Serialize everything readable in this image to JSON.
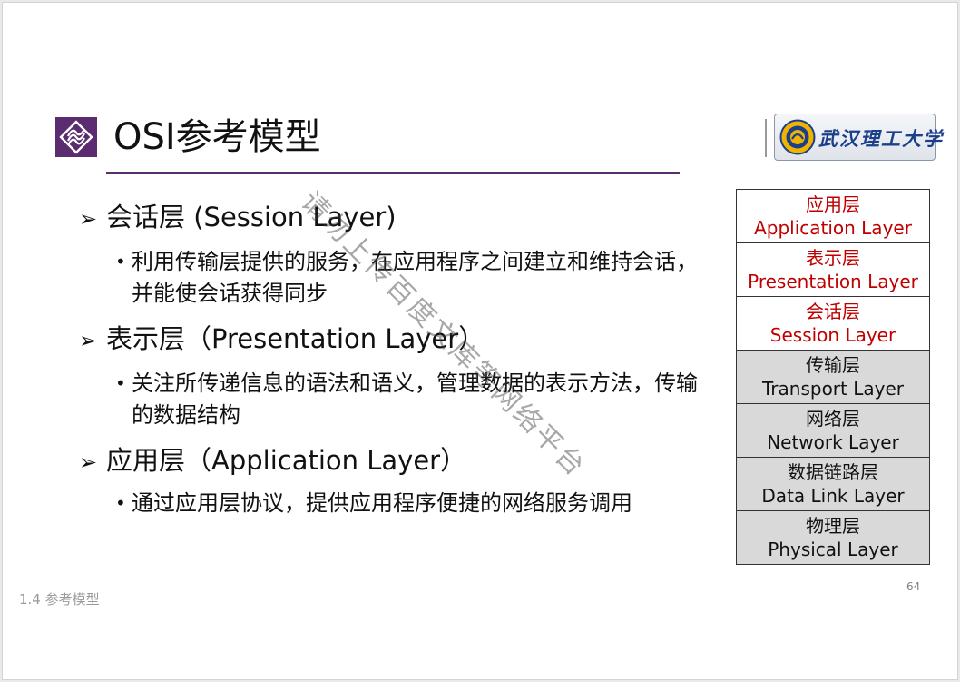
{
  "slide": {
    "title": "OSI参考模型",
    "logo_text": "武汉理工大学",
    "sections": [
      {
        "heading": "会话层 (Session Layer)",
        "bullet": "利用传输层提供的服务，在应用程序之间建立和维持会话，并能使会话获得同步"
      },
      {
        "heading": "表示层（Presentation Layer）",
        "bullet": "关注所传递信息的语法和语义，管理数据的表示方法，传输的数据结构"
      },
      {
        "heading": "应用层（Application Layer）",
        "bullet": "通过应用层协议，提供应用程序便捷的网络服务调用"
      }
    ],
    "osi_layers": [
      {
        "cn": "应用层",
        "en": "Application Layer",
        "highlight": true
      },
      {
        "cn": "表示层",
        "en": "Presentation Layer",
        "highlight": true
      },
      {
        "cn": "会话层",
        "en": "Session Layer",
        "highlight": true
      },
      {
        "cn": "传输层",
        "en": "Transport Layer",
        "highlight": false
      },
      {
        "cn": "网络层",
        "en": "Network Layer",
        "highlight": false
      },
      {
        "cn": "数据链路层",
        "en": "Data Link Layer",
        "highlight": false
      },
      {
        "cn": "物理层",
        "en": "Physical Layer",
        "highlight": false
      }
    ],
    "page_number": "64",
    "footer": "1.4 参考模型",
    "watermark": "请勿上传百度文库等网络平台"
  },
  "colors": {
    "accent": "#5b2c6f",
    "highlight_text": "#c00000",
    "lower_layer_fill": "#d9d9d9"
  },
  "icons": {
    "title_icon": "university-emblem-icon",
    "bullet_arrow": "arrow-bullet-icon",
    "logo_emblem": "school-seal-icon"
  }
}
